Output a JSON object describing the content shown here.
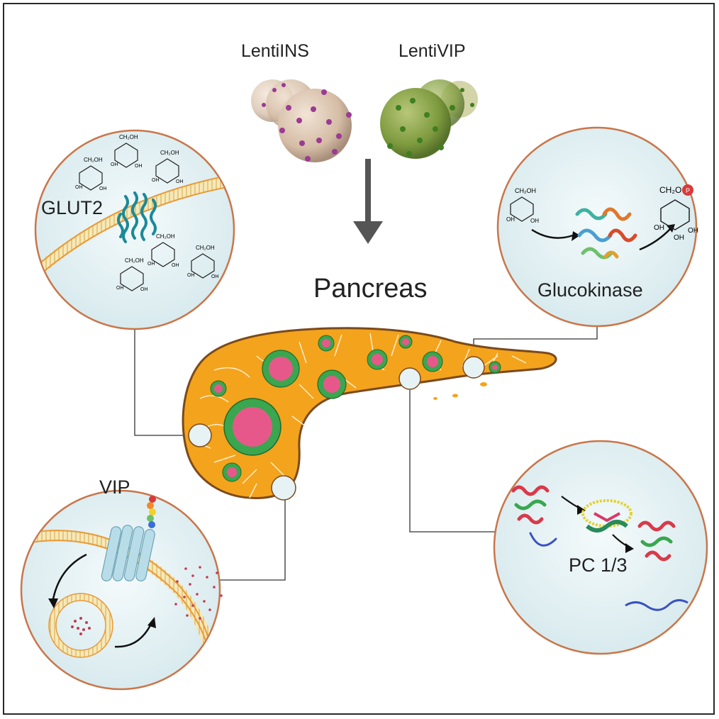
{
  "labels": {
    "lentiins": "LentiINS",
    "lentivip": "LentiVIP",
    "pancreas": "Pancreas",
    "glut2": "GLUT2",
    "glucokinase": "Glucokinase",
    "vip": "VIP",
    "pc13": "PC 1/3"
  },
  "molecule_text": {
    "ch2oh": "CH₂OH",
    "oh": "OH",
    "ch2o": "CH₂O",
    "p": "P"
  },
  "colors": {
    "pancreas_fill": "#f4a31c",
    "islet_outer": "#3aa64f",
    "islet_inner": "#e7588a",
    "zoom_border": "#c9764a",
    "zoom_fill": "#e6f2f4",
    "virus_ins": "#d8c2ad",
    "virus_ins_spike": "#9b3b93",
    "virus_vip": "#7d9a3e",
    "virus_vip_spike": "#4f8e2e",
    "arrow": "#555555"
  }
}
